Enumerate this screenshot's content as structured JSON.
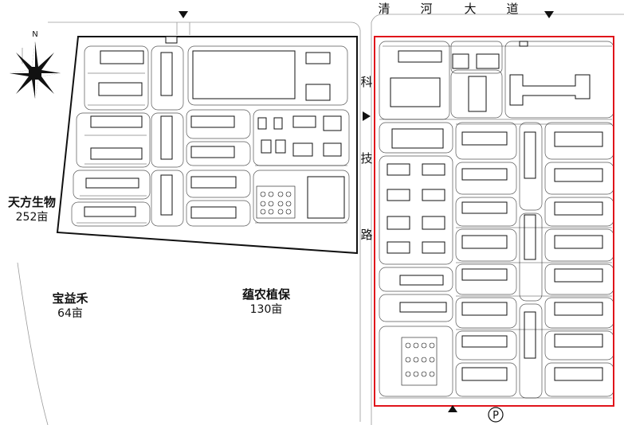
{
  "main_road": {
    "name_chars": [
      "清",
      "河",
      "大",
      "道"
    ]
  },
  "tech_road": {
    "name_chars": [
      "科",
      "技",
      "路"
    ]
  },
  "compass": {
    "north_label": "N"
  },
  "neighbors": [
    {
      "name": "天方生物",
      "area": "252亩"
    },
    {
      "name": "宝益禾",
      "area": "64亩"
    },
    {
      "name": "蕴农植保",
      "area": "130亩"
    }
  ],
  "parking_symbol": "P",
  "colors": {
    "boundary_red": "#e0141b",
    "line_black": "#111111",
    "road_gray": "#9a9a9a",
    "background": "#ffffff"
  }
}
